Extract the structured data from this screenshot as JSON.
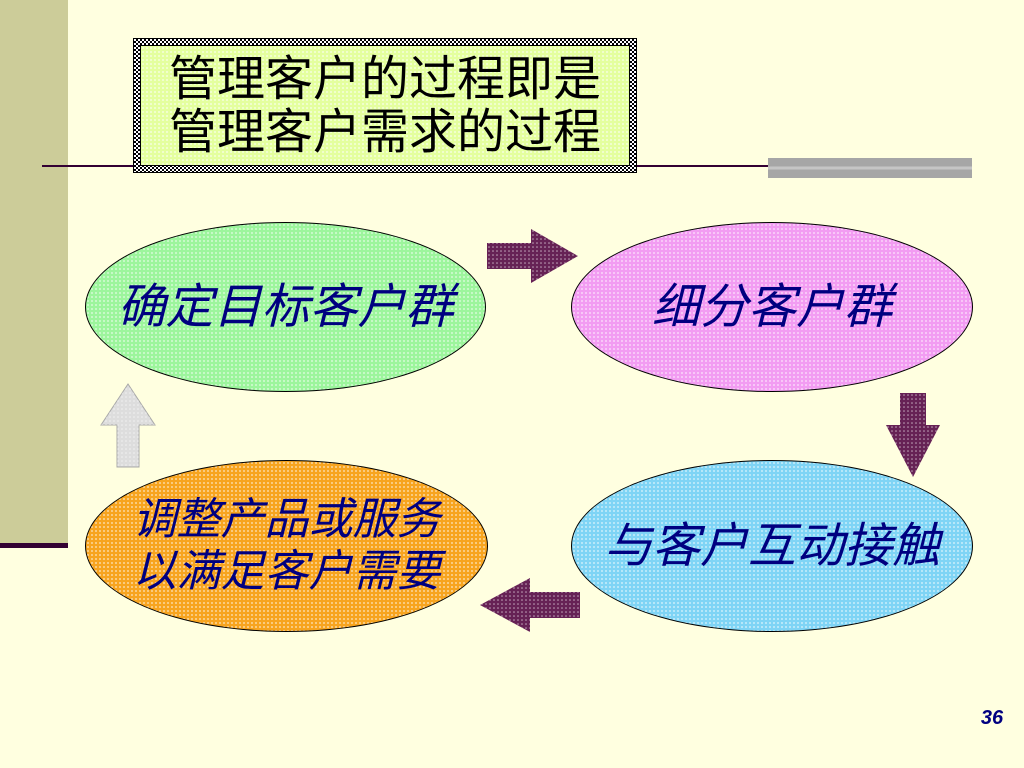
{
  "slide": {
    "background_color": "#FFFFE0",
    "accent_band_color": "#CCCC99",
    "divider_color": "#330033",
    "accent_bar_color": "#A6A6A6"
  },
  "title": {
    "lines": [
      "管理客户的过程即是",
      "管理客户需求的过程"
    ],
    "text_color": "#000000",
    "fill_color": "#E4FF9E"
  },
  "cycle": {
    "text_color": "#000080",
    "nodes": [
      {
        "lines": [
          "确定目标客户群"
        ],
        "fill_color": "#9CF59C"
      },
      {
        "lines": [
          "细分客户群"
        ],
        "fill_color": "#F29CF2"
      },
      {
        "lines": [
          "与客户互动接触"
        ],
        "fill_color": "#7FD4F5"
      },
      {
        "lines": [
          "调整产品或服务",
          "以满足客户需要"
        ],
        "fill_color": "#F7A41F"
      }
    ],
    "arrows": [
      {
        "icon": "arrow-right-icon",
        "color": "#662255"
      },
      {
        "icon": "arrow-down-icon",
        "color": "#662255"
      },
      {
        "icon": "arrow-left-icon",
        "color": "#662255"
      },
      {
        "icon": "arrow-up-icon",
        "color": "#DDDDDD"
      }
    ]
  },
  "page_number": "36"
}
